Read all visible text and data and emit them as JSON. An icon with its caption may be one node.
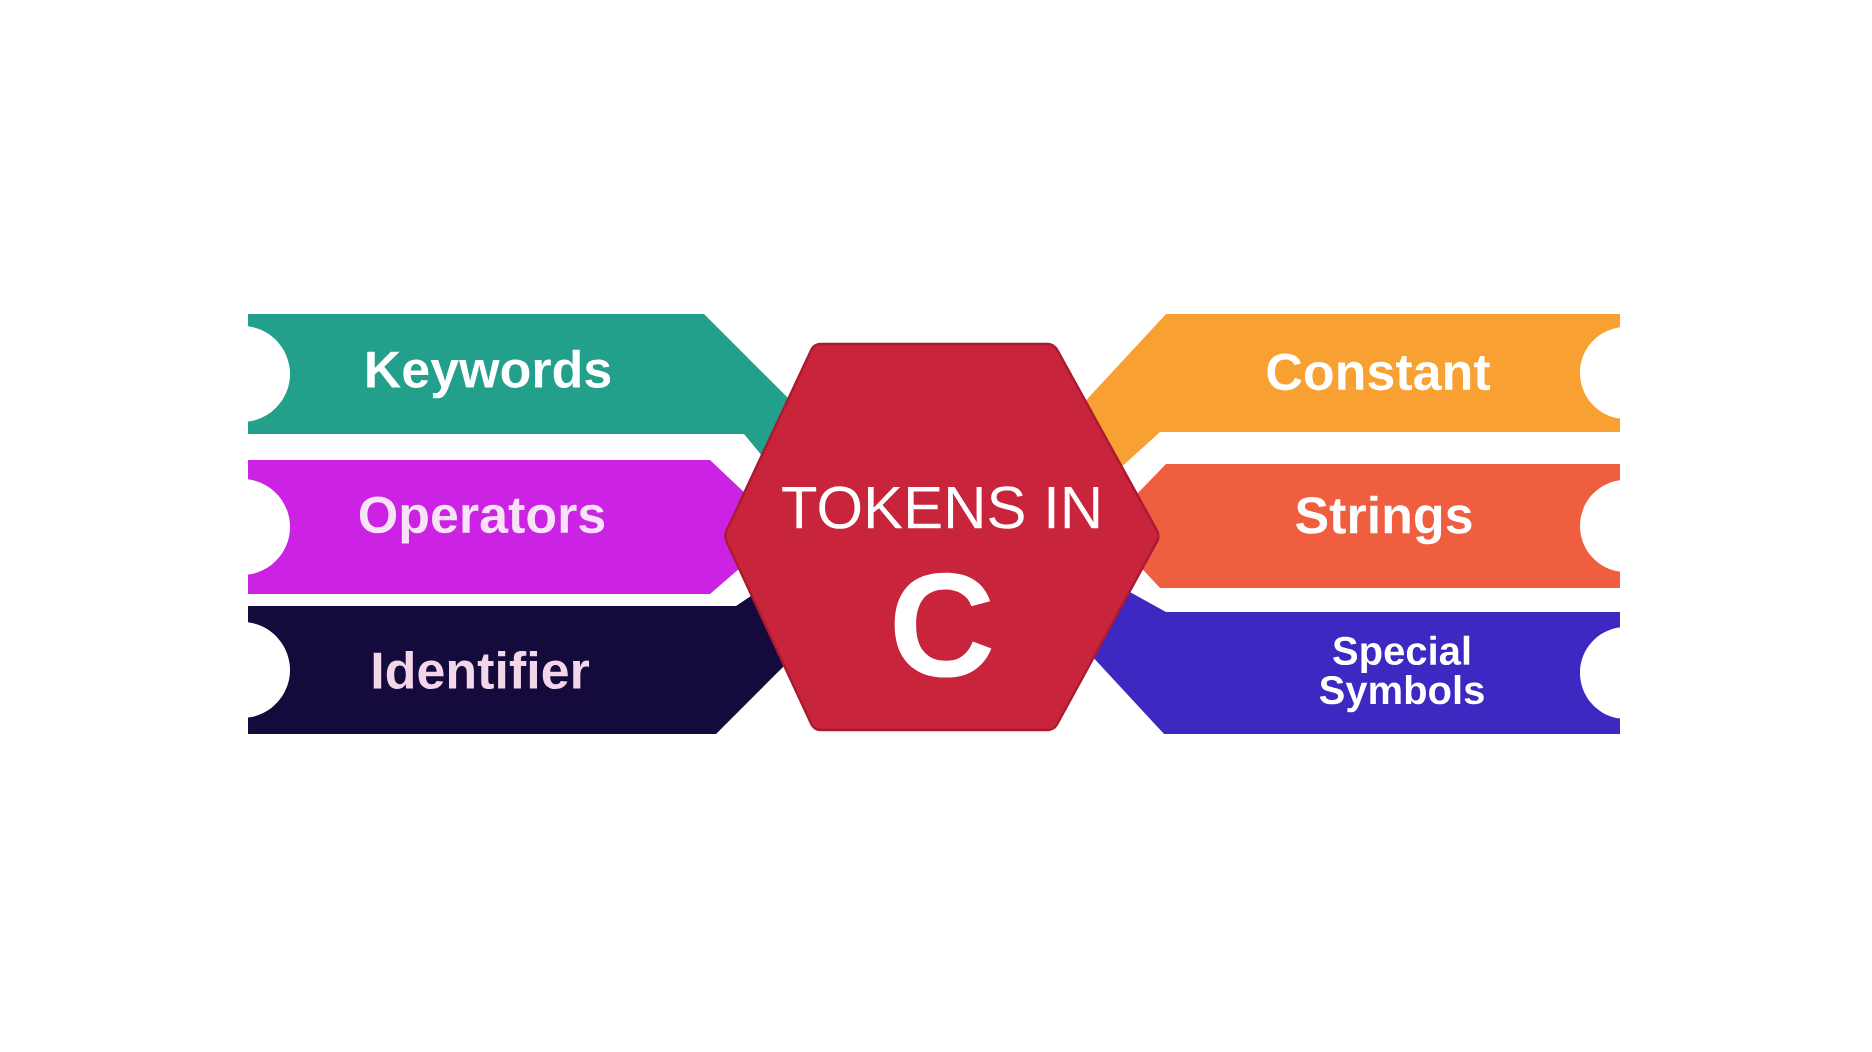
{
  "diagram": {
    "nodes": [
      {
        "text": [
          "TOKENS IN",
          "C"
        ]
      },
      {
        "text": [
          "Keywords"
        ]
      },
      {
        "text": [
          "Operators"
        ]
      },
      {
        "text": [
          "Identifier"
        ]
      },
      {
        "text": [
          "Constant"
        ]
      },
      {
        "text": [
          "Strings"
        ]
      },
      {
        "text": [
          "Special Symbols"
        ]
      }
    ]
  }
}
